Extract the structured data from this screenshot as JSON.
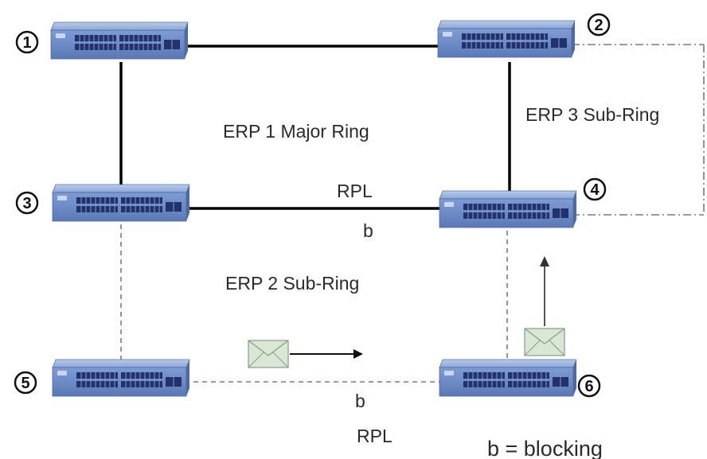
{
  "nodes": [
    {
      "id": "1",
      "label": "1"
    },
    {
      "id": "2",
      "label": "2"
    },
    {
      "id": "3",
      "label": "3"
    },
    {
      "id": "4",
      "label": "4"
    },
    {
      "id": "5",
      "label": "5"
    },
    {
      "id": "6",
      "label": "6"
    }
  ],
  "rings": {
    "major": "ERP 1 Major Ring",
    "sub2": "ERP 2 Sub-Ring",
    "sub3": "ERP 3 Sub-Ring"
  },
  "rpl_labels": [
    "RPL",
    "RPL"
  ],
  "block_labels": [
    "b",
    "b"
  ],
  "legend": "b = blocking",
  "colors": {
    "switch_body": "#6f8fc9",
    "switch_dark": "#4a6aa8",
    "ports": "#2b3f7a",
    "solid_link": "#000000",
    "dashed_link": "#808080",
    "envelope": "#d6e6d6"
  },
  "icons": [
    "network-switch-icon",
    "envelope-icon",
    "arrow-right-icon",
    "arrow-up-icon"
  ]
}
